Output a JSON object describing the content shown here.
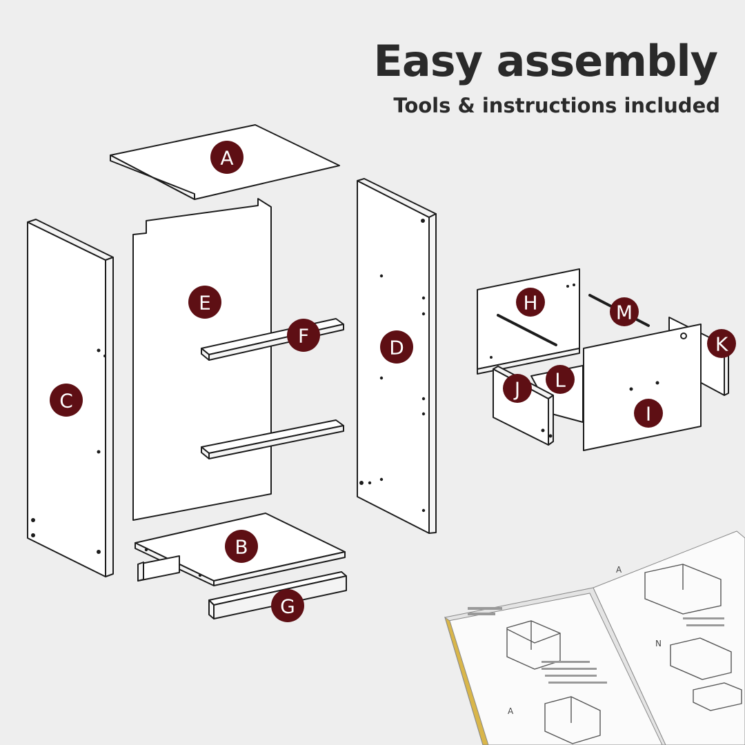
{
  "header": {
    "title": "Easy assembly",
    "subtitle": "Tools & instructions included"
  },
  "parts": {
    "A": "A",
    "B": "B",
    "C": "C",
    "D": "D",
    "E": "E",
    "F": "F",
    "G": "G",
    "H": "H",
    "I": "I",
    "J": "J",
    "K": "K",
    "L": "L",
    "M": "M"
  },
  "colors": {
    "badge": "#5e0f14",
    "background": "#eeeeee",
    "text": "#2a2a2a"
  }
}
